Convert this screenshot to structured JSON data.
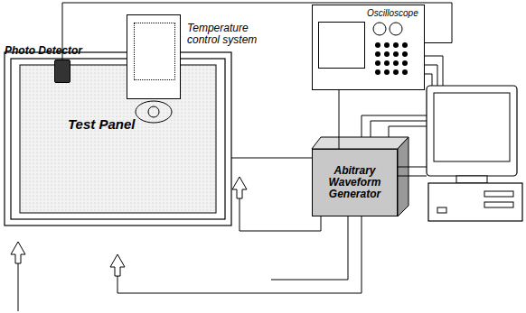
{
  "diagram": {
    "nodes": [
      {
        "text": [
          "Test Panel"
        ]
      },
      {
        "text": [
          "Photo Detector"
        ]
      },
      {
        "text": [
          "Temperature control system"
        ]
      },
      {
        "text": [
          "Oscilloscope"
        ]
      },
      {
        "text": [
          "Abitrary Waveform Generator"
        ]
      }
    ],
    "edges": [
      {
        "from": 1,
        "to": 3,
        "arrow": "none"
      },
      {
        "from": 3,
        "to": 4,
        "arrow": "none"
      }
    ]
  }
}
